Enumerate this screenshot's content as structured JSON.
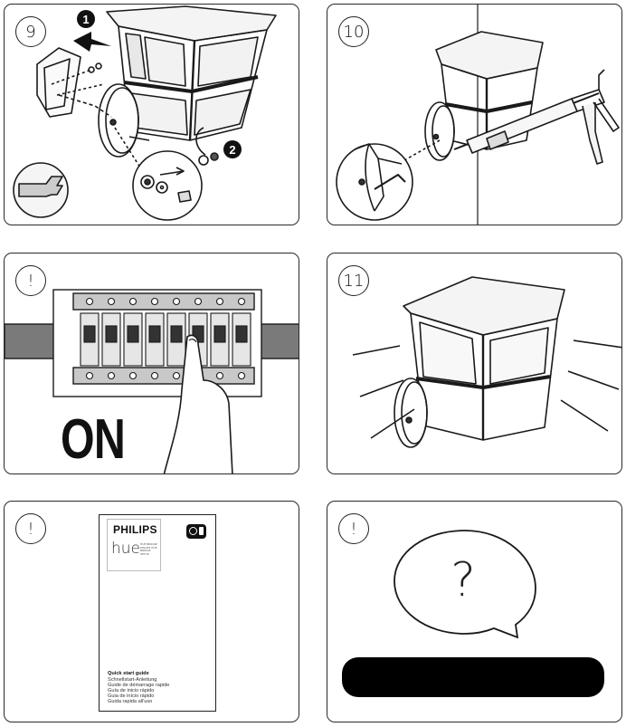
{
  "panels": {
    "p1": {
      "step": "9",
      "callout_1": "1",
      "callout_2": "2"
    },
    "p2": {
      "step": "10"
    },
    "p3": {
      "step": "!",
      "power_label": "ON"
    },
    "p4": {
      "step": "11"
    },
    "p5": {
      "step": "!",
      "booklet": {
        "brand": "PHILIPS",
        "product": "hue",
        "product_sub": "HUE BRIDGE PHILIPS HUE BRIDGE SETUP",
        "title": "Quick start guide",
        "lines": [
          "Schnellstart-Anleitung",
          "Guide de démarrage rapide",
          "Guía de inicio rápido",
          "Guia de início rápido",
          "Guida rapida all'uso"
        ]
      }
    },
    "p6": {
      "step": "!",
      "bubble_symbol": "?"
    }
  }
}
